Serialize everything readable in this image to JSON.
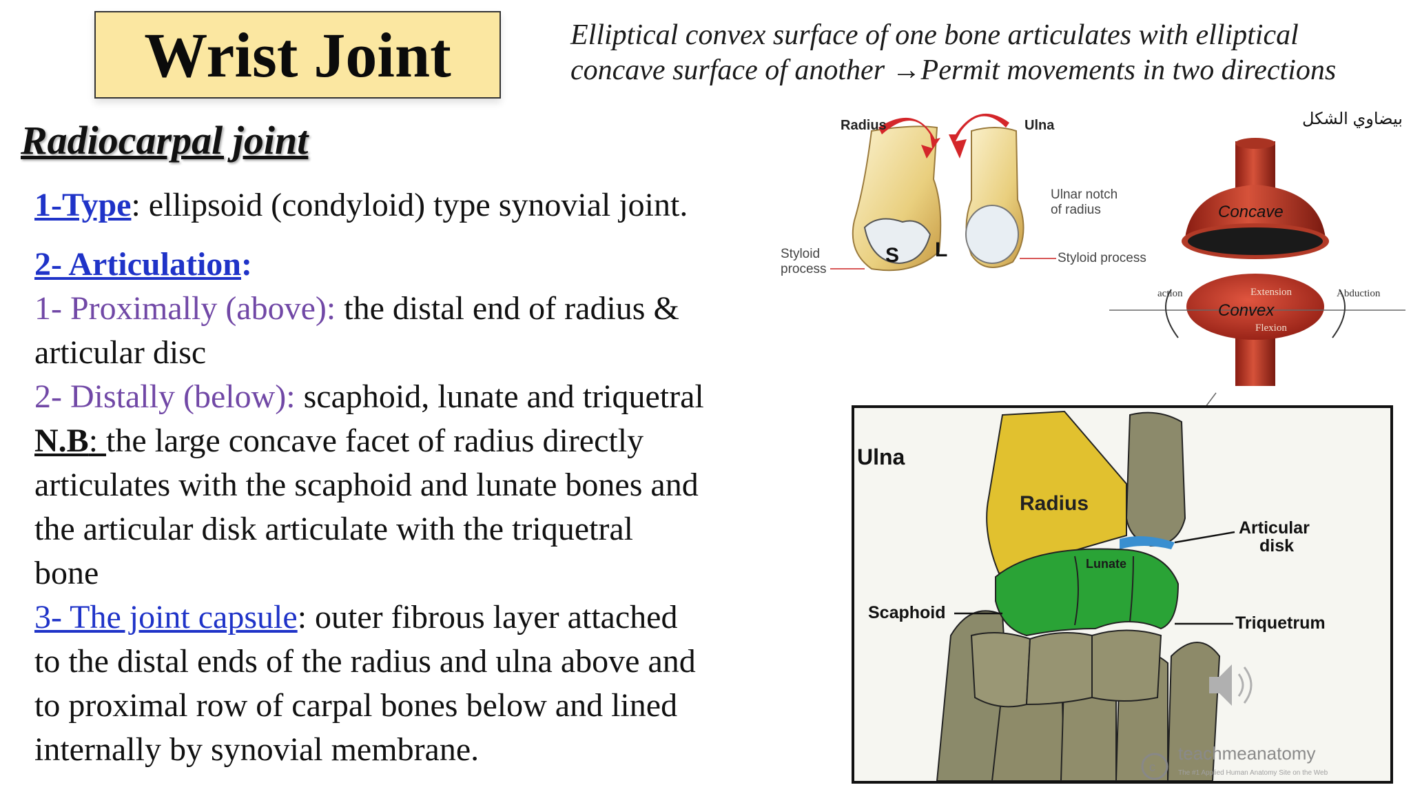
{
  "slide": {
    "title": "Wrist Joint",
    "subtitle_line1": "Elliptical convex surface of one bone articulates with elliptical",
    "subtitle_line2": "concave surface of another →Permit movements in two directions",
    "subheading": "Radiocarpal joint"
  },
  "content": {
    "type_label": "1-Type",
    "type_text": ": ellipsoid (condyloid) type synovial joint.",
    "articulation_label": "2- Articulation",
    "articulation_colon": ":",
    "prox_label": "1- Proximally (above):",
    "prox_text": " the distal end of radius &",
    "prox_text2": "articular disc",
    "dist_label": "2- Distally (below):",
    "dist_text": " scaphoid, lunate and triquetral",
    "nb_label": "N.B",
    "nb_colon": ": ",
    "nb_line1": "the large concave facet of radius directly",
    "nb_line2": "articulates with the scaphoid and lunate bones and",
    "nb_line3": "the articular disk articulate with the triquetral",
    "nb_line4": "bone",
    "capsule_label": "3- The joint capsule",
    "capsule_text": ": outer fibrous layer attached",
    "capsule_line2": "to the distal ends of the radius and ulna above and",
    "capsule_line3": "to proximal row of carpal bones below and lined",
    "capsule_line4": "internally by synovial membrane."
  },
  "figure1": {
    "radius": "Radius",
    "ulna": "Ulna",
    "ulnar_notch_1": "Ulnar notch",
    "ulnar_notch_2": "of radius",
    "styloid_left_1": "Styloid",
    "styloid_left_2": "process",
    "styloid_right": "Styloid process",
    "s": "S",
    "l": "L"
  },
  "figure2": {
    "arabic": "بيضاوي الشكل",
    "concave": "Concave",
    "convex": "Convex",
    "extension": "Extension",
    "flexion": "Flexion",
    "abduction": "Abduction",
    "adduction_partial": "action"
  },
  "figure3": {
    "ulna": "Ulna",
    "radius": "Radius",
    "lunate": "Lunate",
    "articular_1": "Articular",
    "articular_2": "disk",
    "scaphoid": "Scaphoid",
    "triquetrum": "Triquetrum",
    "watermark": "teachmeanatomy",
    "watermark_sub": "The #1 Applied Human Anatomy Site on the Web"
  },
  "colors": {
    "title_bg": "#fbe7a1",
    "link_blue": "#1f33c8",
    "purple": "#7148a6",
    "radius_yellow": "#e6c52f",
    "carpal_green": "#2aa336",
    "disk_blue": "#3a8fd0",
    "ball_red": "#c8392a"
  },
  "icons": [
    "speaker-icon"
  ]
}
